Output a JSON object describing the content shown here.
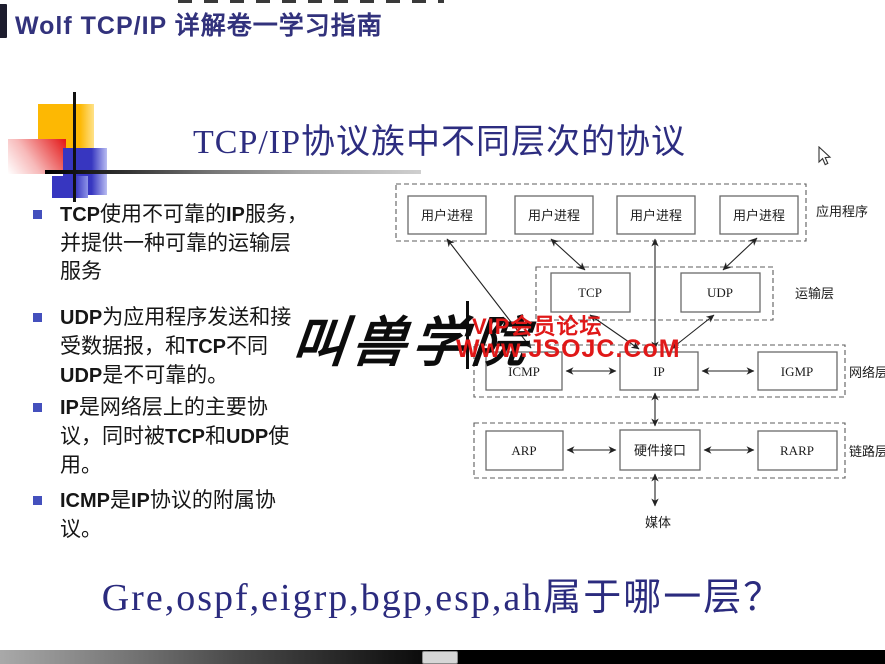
{
  "header": {
    "title": "Wolf TCP/IP 详解卷一学习指南"
  },
  "slide": {
    "title": "TCP/IP协议族中不同层次的协议",
    "bullets": [
      {
        "lines": [
          "TCP使用不可靠的IP服务，",
          "并提供一种可靠的运输层",
          "服务"
        ]
      },
      {
        "lines": [
          "UDP为应用程序发送和接",
          "受数据报，和TCP不同",
          "UDP是不可靠的。"
        ]
      },
      {
        "lines": [
          "IP是网络层上的主要协",
          "议，同时被TCP和UDP使",
          "用。"
        ]
      },
      {
        "lines": [
          "ICMP是IP协议的附属协",
          "议。"
        ]
      }
    ],
    "question": "Gre,ospf,eigrp,bgp,esp,ah属于哪一层？"
  },
  "watermark": {
    "calligraphy": "叫兽学院",
    "line1": "VIP会员论坛",
    "line2": "Www.JSOJC.CoM",
    "color": "#e01818"
  },
  "diagram": {
    "layer_labels": {
      "application": "应用程序",
      "transport": "运输层",
      "network": "网络层",
      "link": "链路层"
    },
    "boxes": {
      "user_process_1": "用户进程",
      "user_process_2": "用户进程",
      "user_process_3": "用户进程",
      "user_process_4": "用户进程",
      "tcp": "TCP",
      "udp": "UDP",
      "icmp": "ICMP",
      "ip": "IP",
      "igmp": "IGMP",
      "arp": "ARP",
      "hw": "硬件接口",
      "rarp": "RARP"
    },
    "media_label": "媒体"
  },
  "colors": {
    "title_blue": "#2d2d80",
    "bullet_square": "#4450bd",
    "watermark_red": "#e01818",
    "logo_yellow": "#fdb803",
    "logo_red": "#e31515",
    "logo_blue": "#3736c0"
  }
}
